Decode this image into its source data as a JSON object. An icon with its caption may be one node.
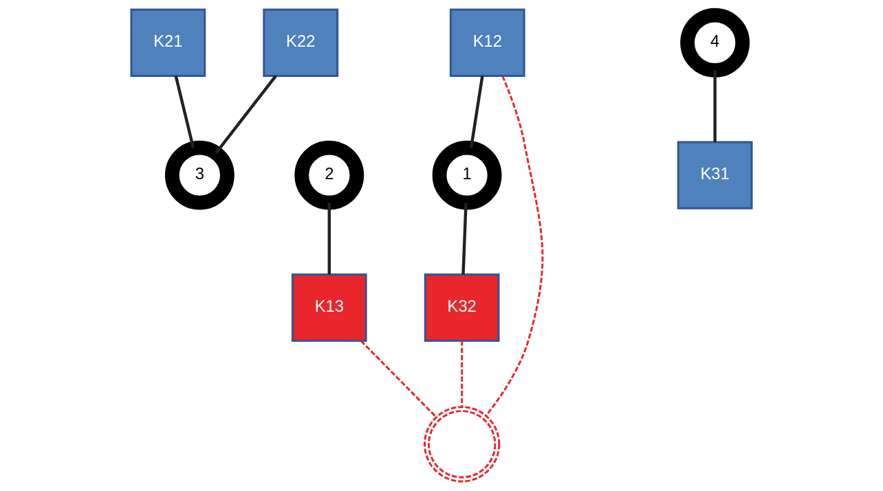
{
  "diagram": {
    "nodes": [
      {
        "text": [
          "K21"
        ]
      },
      {
        "text": [
          "K22"
        ]
      },
      {
        "text": [
          "2"
        ]
      },
      {
        "text": [
          "3"
        ]
      },
      {
        "text": [
          "4"
        ]
      },
      {
        "text": [
          "K12"
        ]
      },
      {
        "text": [
          "1"
        ]
      },
      {
        "text": [
          "K13"
        ]
      },
      {
        "text": [
          "K31"
        ]
      },
      {
        "text": [],
        "shape": "circle"
      },
      {
        "text": [
          "K32"
        ]
      }
    ],
    "edges": [
      {
        "from": 1,
        "to": 3,
        "arrow": "none"
      },
      {
        "from": 0,
        "to": 3,
        "arrow": "none"
      },
      {
        "from": 2,
        "to": 7,
        "arrow": "none"
      },
      {
        "from": 4,
        "to": 8,
        "arrow": "none"
      },
      {
        "from": 5,
        "to": 6,
        "arrow": "none"
      },
      {
        "from": 6,
        "to": 10,
        "arrow": "none"
      },
      {
        "from": 5,
        "to": 9,
        "arrow": "none",
        "style": "dashed",
        "color": "#e8262b"
      },
      {
        "from": 7,
        "to": 9,
        "arrow": "none",
        "style": "dashed",
        "color": "#e8262b"
      },
      {
        "from": 10,
        "to": 9,
        "arrow": "none",
        "style": "dashed",
        "color": "#e8262b"
      }
    ]
  }
}
